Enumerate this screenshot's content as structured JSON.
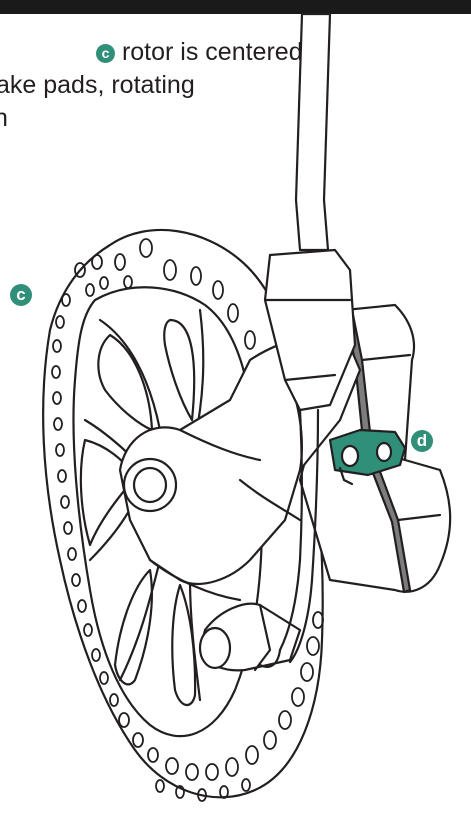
{
  "caption": {
    "badge_letter": "c",
    "line1_text": "rotor is centered",
    "line2_text": "ake pads, rotating",
    "line3_text": "n"
  },
  "callouts": [
    {
      "letter": "c",
      "target": "rotor"
    },
    {
      "letter": "d",
      "target": "pad-retaining-clip"
    }
  ],
  "colors": {
    "accent_teal": "#2f8f78",
    "top_bar": "#1a1a1a",
    "line": "#231f20",
    "pad_band": "#7d7d7d"
  },
  "icons": [
    "disc-brake-rotor-illustration",
    "brake-caliper-illustration",
    "brake-hose-illustration",
    "pad-clip-illustration"
  ]
}
